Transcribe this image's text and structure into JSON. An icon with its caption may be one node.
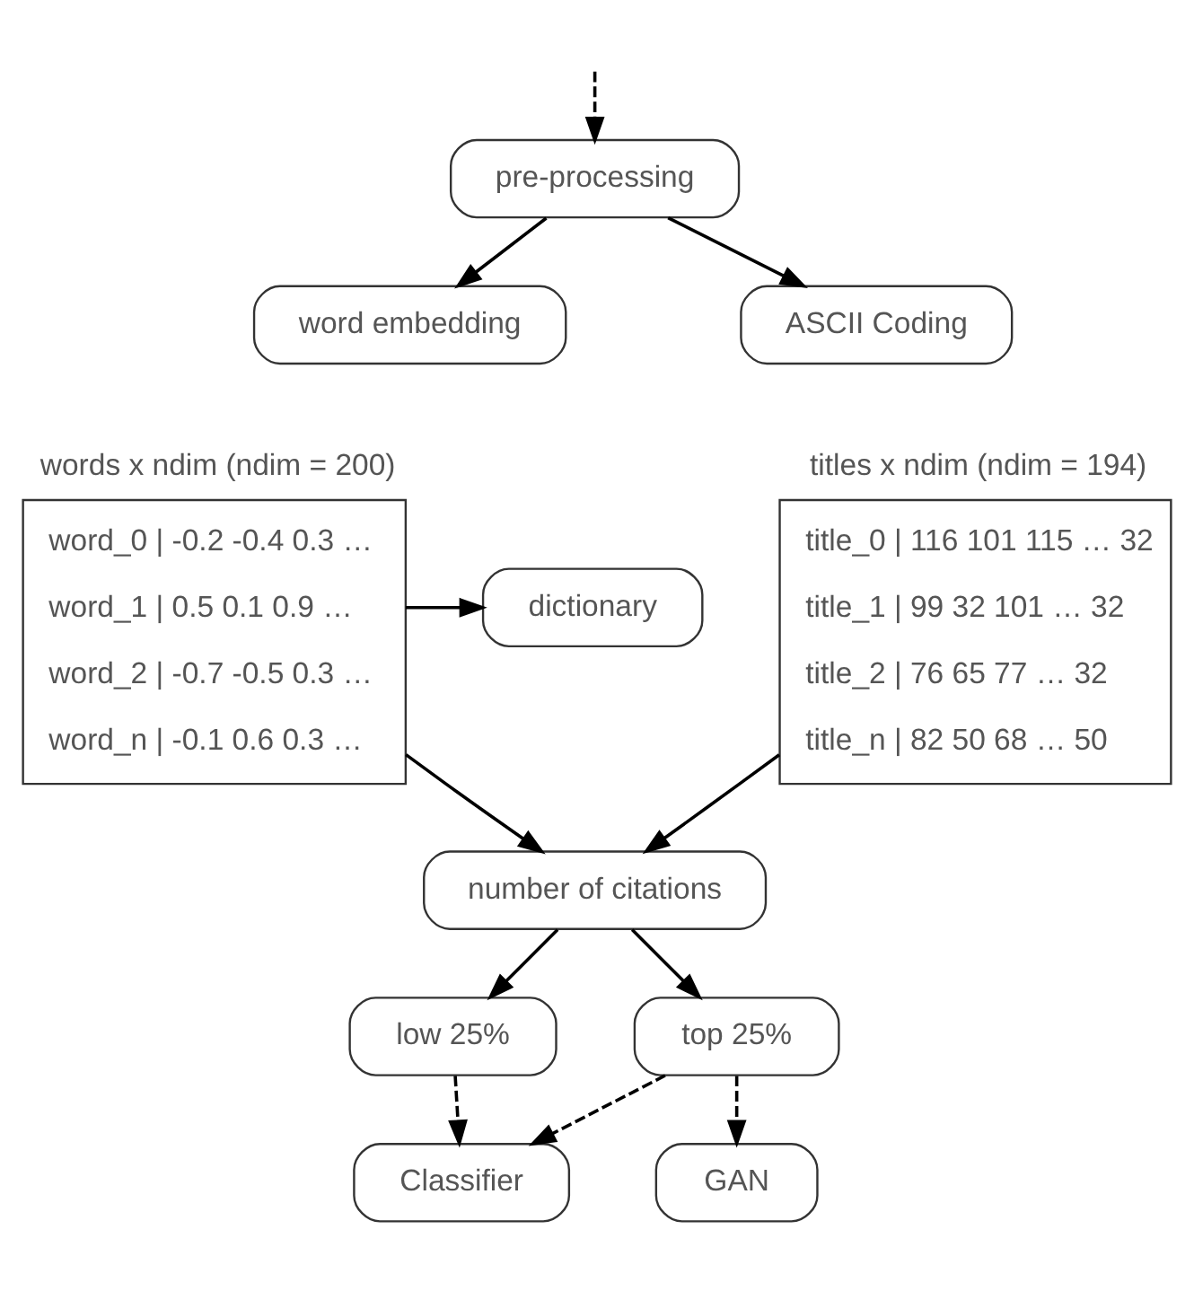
{
  "diagram": {
    "nodes": [
      {
        "text": [
          "pre-processing"
        ]
      },
      {
        "text": [
          "word embedding"
        ]
      },
      {
        "text": [
          "ASCII Coding"
        ]
      },
      {
        "text": [
          "words x ndim (ndim = 200)",
          "word_0 | -0.2 -0.4 0.3 …",
          "word_1 | 0.5 0.1 0.9 …",
          "word_2 | -0.7 -0.5 0.3 …",
          "word_n | -0.1 0.6 0.3 …"
        ]
      },
      {
        "text": [
          "titles x ndim (ndim = 194)",
          "title_0 | 116 101 115 … 32",
          "title_1 | 99 32 101 … 32",
          "title_2 | 76 65 77 … 32",
          "title_n | 82 50 68 … 50"
        ]
      },
      {
        "text": [
          "dictionary"
        ]
      },
      {
        "text": [
          "number of citations"
        ]
      },
      {
        "text": [
          "low 25%"
        ]
      },
      {
        "text": [
          "top 25%"
        ]
      },
      {
        "text": [
          "Classifier"
        ]
      },
      {
        "text": [
          "GAN"
        ]
      }
    ],
    "edges": [
      {
        "from": null,
        "to": 0,
        "arrow": "to",
        "style": "dashed"
      },
      {
        "from": 0,
        "to": 1,
        "arrow": "to"
      },
      {
        "from": 0,
        "to": 2,
        "arrow": "to"
      },
      {
        "from": 3,
        "to": 5,
        "arrow": "to"
      },
      {
        "from": 3,
        "to": 6,
        "arrow": "to"
      },
      {
        "from": 4,
        "to": 6,
        "arrow": "to"
      },
      {
        "from": 6,
        "to": 7,
        "arrow": "to"
      },
      {
        "from": 6,
        "to": 8,
        "arrow": "to"
      },
      {
        "from": 7,
        "to": 9,
        "arrow": "to",
        "style": "dashed"
      },
      {
        "from": 8,
        "to": 9,
        "arrow": "to",
        "style": "dashed"
      },
      {
        "from": 8,
        "to": 10,
        "arrow": "to",
        "style": "dashed"
      }
    ]
  }
}
